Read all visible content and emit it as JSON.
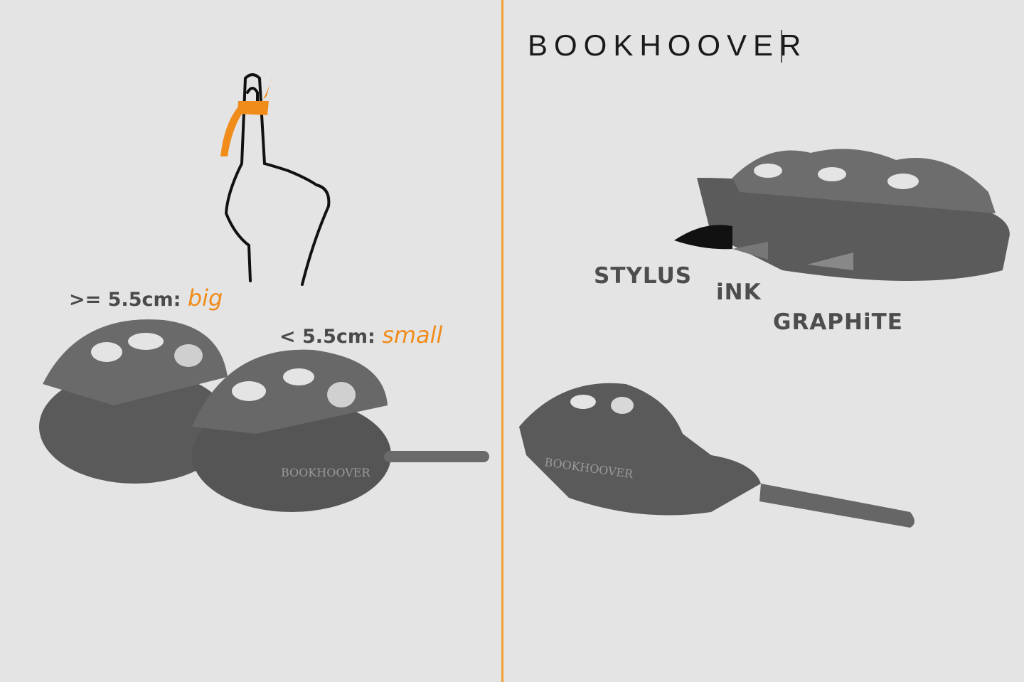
{
  "brand": {
    "name": "BOOKHOOVER"
  },
  "sizes": {
    "big": {
      "prefix": ">= 5.5cm:",
      "value": "big"
    },
    "small": {
      "prefix": "< 5.5cm:",
      "value": "small"
    }
  },
  "types": [
    "STYLUS",
    "iNK",
    "GRAPHiTE"
  ],
  "product_engraving": "BOOKHOOVER",
  "colors": {
    "accent": "#f08c1a",
    "background": "#e4e4e4",
    "product": "#555555"
  }
}
